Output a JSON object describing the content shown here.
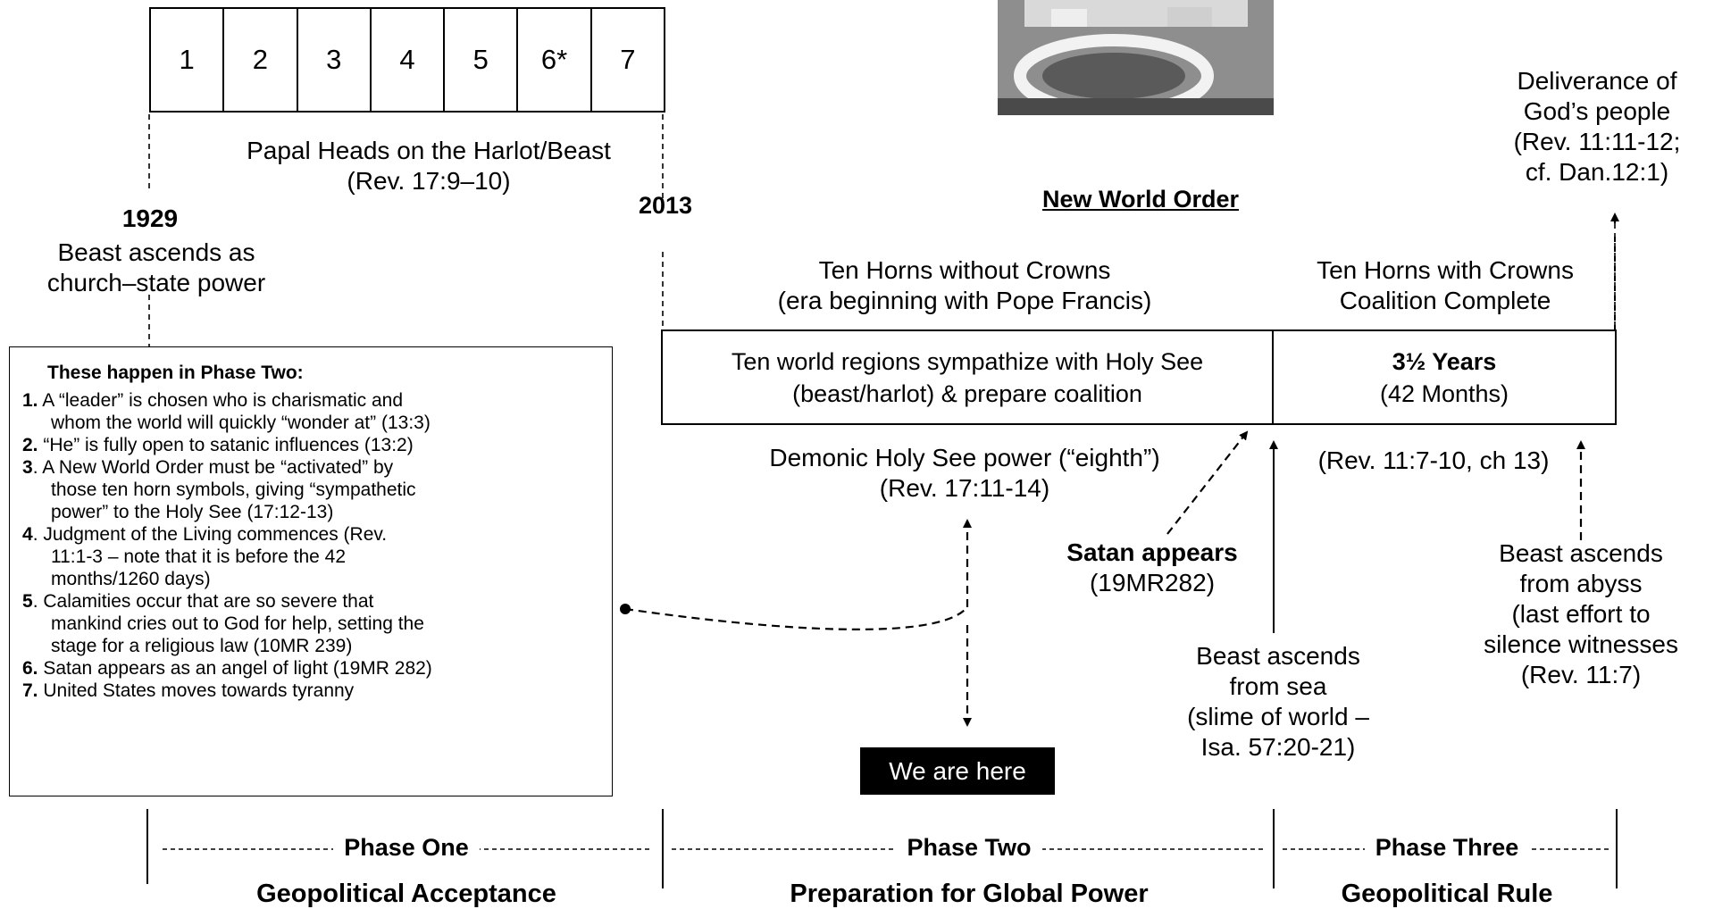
{
  "heads": [
    "1",
    "2",
    "3",
    "4",
    "5",
    "6*",
    "7"
  ],
  "heads_caption": [
    "Papal Heads on the Harlot/Beast",
    "(Rev. 17:9–10)"
  ],
  "year_1929": "1929",
  "beast_1929": [
    "Beast ascends as",
    "church–state power"
  ],
  "year_2013": "2013",
  "new_world_order": "New World Order",
  "deliverance": [
    "Deliverance of",
    "God’s people",
    "(Rev. 11:11-12;",
    "cf. Dan.12:1)"
  ],
  "horns_without": [
    "Ten Horns without Crowns",
    "(era beginning with Pope Francis)"
  ],
  "horns_with": [
    "Ten Horns with Crowns",
    "Coalition Complete"
  ],
  "regions": [
    "Ten world regions sympathize with Holy See",
    "(beast/harlot) & prepare coalition"
  ],
  "years_title": "3½ Years",
  "years_sub": "(42 Months)",
  "demonic": [
    "Demonic Holy See power (“eighth”)",
    "(Rev. 17:11-14)"
  ],
  "rev_ch13": "(Rev. 11:7-10, ch 13)",
  "satan_title": "Satan appears",
  "satan_ref": "(19MR282)",
  "beast_sea": [
    "Beast ascends",
    "from sea",
    "(slime of world –",
    "Isa. 57:20-21)"
  ],
  "beast_abyss": [
    "Beast ascends",
    "from abyss",
    "(last effort to",
    "silence witnesses",
    "(Rev. 11:7)"
  ],
  "we_are_here": "We are here",
  "phase_two_list": {
    "heading": "These happen in Phase Two:",
    "items": [
      {
        "num": "1.",
        "text": " A “leader” is chosen who is charismatic and",
        "cont": [
          "whom the world will quickly “wonder at” (13:3)"
        ]
      },
      {
        "num": "2.",
        "text": " “He” is fully open to satanic influences (13:2)",
        "cont": []
      },
      {
        "num": "3",
        "text": ". A New World Order must be “activated” by",
        "cont": [
          "those ten horn symbols, giving “sympathetic",
          "power” to the Holy See (17:12-13)"
        ]
      },
      {
        "num": "4",
        "text": ". Judgment of the Living commences (Rev.",
        "cont": [
          "11:1-3 – note that it is before the 42",
          "months/1260 days)"
        ]
      },
      {
        "num": "5",
        "text": ". Calamities occur that are so severe that",
        "cont": [
          "mankind cries out to God for help, setting the",
          "stage for a religious law (10MR 239)"
        ]
      },
      {
        "num": "6.",
        "text": " Satan appears as an angel of light (19MR 282)",
        "cont": []
      },
      {
        "num": "7.",
        "text": " United States moves towards tyranny",
        "cont": []
      }
    ]
  },
  "phases": [
    {
      "title": "Phase One",
      "subtitle": "Geopolitical Acceptance"
    },
    {
      "title": "Phase Two",
      "subtitle": "Preparation for Global Power"
    },
    {
      "title": "Phase Three",
      "subtitle": "Geopolitical Rule"
    }
  ],
  "colors": {
    "ink": "#000000",
    "background": "#ffffff"
  }
}
